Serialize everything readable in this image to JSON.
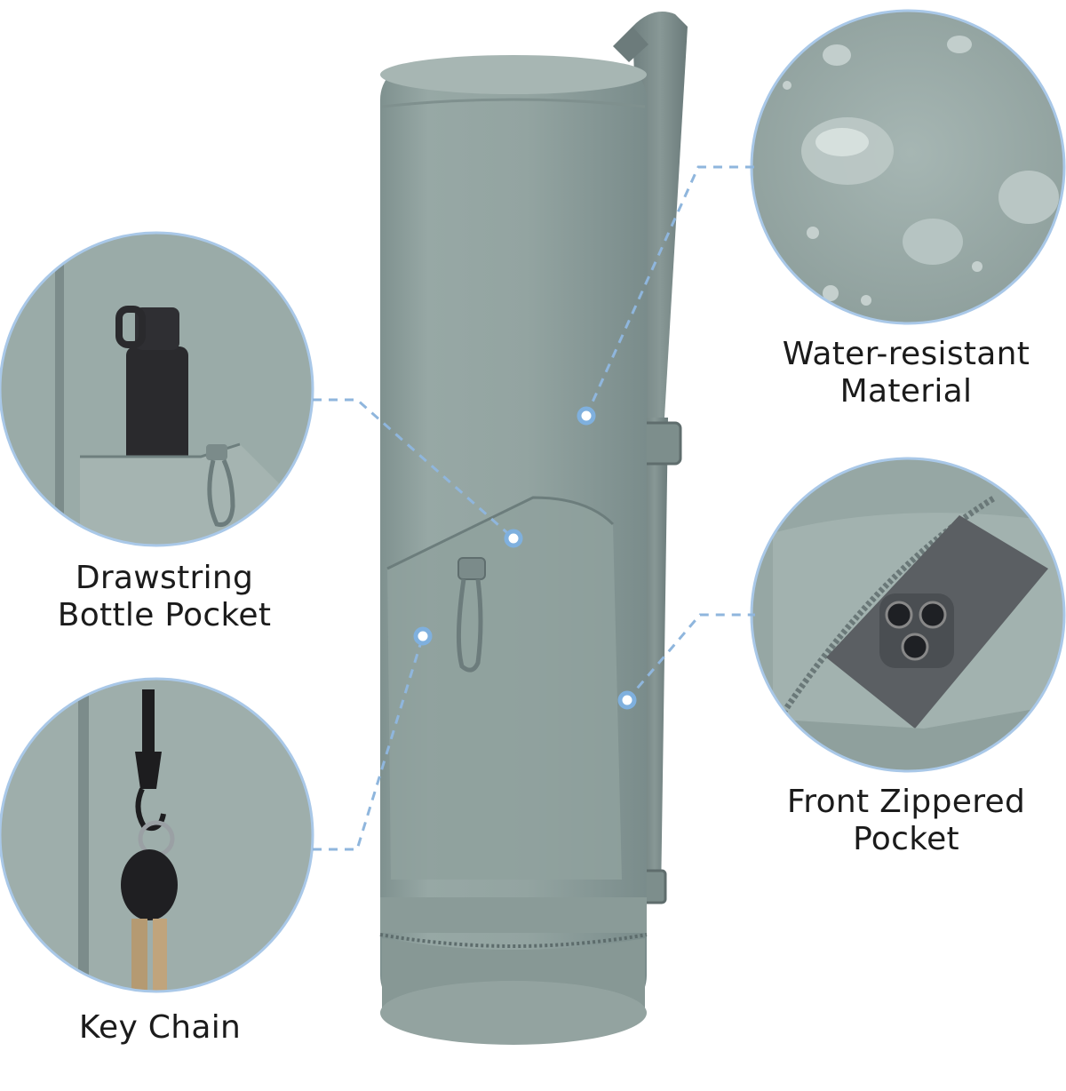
{
  "callouts": {
    "water": {
      "line1": "Water-resistant",
      "line2": "Material"
    },
    "drawstring": {
      "line1": "Drawstring",
      "line2": "Bottle Pocket"
    },
    "front": {
      "line1": "Front Zippered",
      "line2": "Pocket"
    },
    "key": {
      "line1": "Key Chain"
    }
  },
  "colors": {
    "bag": "#8d9e9b",
    "bag_dark": "#76888a",
    "bag_light": "#a3b3b0",
    "circle_border": "#a9c8e8",
    "dash": "#8fb6dd",
    "dot_fill": "#ffffff",
    "dot_stroke": "#7fb0de"
  }
}
